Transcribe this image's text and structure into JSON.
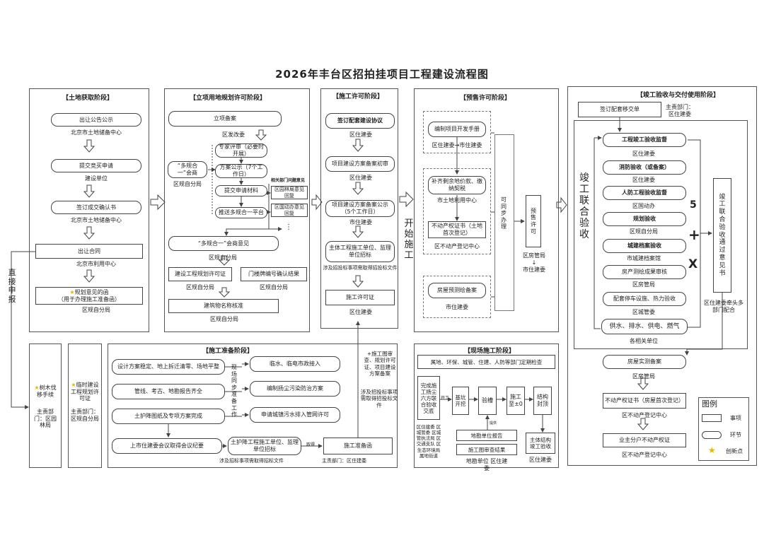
{
  "title": "2026年丰台区招拍挂项目工程建设流程图",
  "p1": {
    "header": "【土地获取阶段】",
    "s1": "出让公告公示",
    "o1": "北京市土地储备中心",
    "s2": "提交竞买申请",
    "o2": "建设单位",
    "s3": "签订成交确认书",
    "o3": "北京市土地储备中心",
    "s4": "出让合同",
    "o4": "北京市利用中心",
    "s5_l1": "规划意见的函",
    "s5_l2": "（用于办理施工准备函）",
    "o5": "区规自分局"
  },
  "direct": "直接申报",
  "tree": {
    "star_label": "树木伐移手续",
    "org": "主责部门：区园林局"
  },
  "temp": {
    "star_label": "临时建设工程规划许可证",
    "org": "主责部门：区规自分局"
  },
  "p2": {
    "header": "【立项用地规划许可阶段】",
    "s1": "立项备案",
    "o1": "区发改委",
    "dg1": "专家评审（必要时开展）",
    "dg2": "方案公示（7个工作日）",
    "dg3": "提交申请材料",
    "dg4": "推送多规合一平台",
    "m1": "“多规合一”会商",
    "m1o": "区规自分局",
    "note": "相关部门问题意见",
    "r1": "区园林局意见回复",
    "r2": "区国动办意见回复",
    "dots": "⋮",
    "s2": "“多规合一”会商意见",
    "o2": "区规自分局",
    "s3": "建设工程规划许可证",
    "o3": "区规自分局",
    "s4": "门楼牌编号确认结果",
    "o4": "区规自分局",
    "s5": "建筑物名称核准",
    "o5": "区规自分局"
  },
  "p3": {
    "header": "【施工许可阶段】",
    "s1": "签订配套建设协议",
    "o1": "区住建委",
    "s2": "项目建设方案备案初审",
    "o2": "区住建委",
    "s3": "项目建设方案备案公示（5个工作日）",
    "o3": "市住建委",
    "s4": "主体工程施工单位、监理单位招标",
    "o4": "涉及招投标事项需取得招投标文件",
    "s5": "施工许可证",
    "o5": "区住建委"
  },
  "start": "开始施工",
  "p4": {
    "header": "【预售许可阶段】",
    "s1": "编制项目开发手册",
    "o1": "区住建委→市住建委",
    "s2": "补齐剩余地价款、缴纳契税",
    "o2": "市土地利用中心",
    "s3": "不动产权证书（土地首次登记）",
    "o3": "区不动产登记中心",
    "s4": "房屋预测绘备案",
    "o4": "市住建委",
    "side": "可同步办理",
    "pre": "预售许可",
    "po1": "区房管局",
    "po2": "市住建委",
    "arrow": "↓"
  },
  "p5": {
    "header": "【竣工验收与交付使用阶段】",
    "top": "签订配套移交单",
    "top_o": "主责部门：区住建委",
    "left": "竣工联合验收",
    "i1": "工程竣工验收监督",
    "o1": "区住建委",
    "i2": "消防验收（或备案）",
    "o2": "区住建委",
    "i3": "人防工程验收监督",
    "o3": "区国动办",
    "i4": "规划验收",
    "o4": "区规自分局",
    "i5": "城建档案验收",
    "o5": "市城建档案馆",
    "i6": "房产测绘成果审核",
    "o6": "区房管局",
    "i7": "配套停车设施、热力验收",
    "o7": "区城管委",
    "i8": "供水、排水、供电、燃气",
    "o8": "各相关单位",
    "mark5": "5",
    "markPlus": "+",
    "markX": "X",
    "right": "竣工联合验收通过意见书",
    "right_o": "区住建委牵头多部门配合",
    "b1": "房屋实测备案",
    "b1o": "区房管局",
    "b2": "不动产权证书（房屋首次登记）",
    "b2o": "区不动产登记中心",
    "b3": "业主分户不动产权证",
    "b3o": "区不动产登记中心"
  },
  "prep": {
    "header": "【施工准备阶段】",
    "l1": "设计方案稳定、地上拆迁清零、场地平整",
    "l2": "管线、考古、地勘报告齐全",
    "l3": "土护降图纸及专项方案完成",
    "mid": "现场同步准备工作",
    "r1": "临水、临电市政接入",
    "r2": "编制扬尘污染防治方案",
    "r3": "申请城镇污水排入管网许可",
    "b1": "上市住建委会议取得会议纪要",
    "b2": "土护降工程施工单位、监理单位招标",
    "b2o": "涉及招标事项需取得招标文件",
    "get": "取得",
    "b3": "施工准备函",
    "b3o": "主责部门：区住建委",
    "side": "+施工图审查、规划许可证、项目建设方案备案",
    "side_o": "涉及招投标事项需取得招投标文件"
  },
  "site": {
    "header": "【现场施工阶段】",
    "top": "属地、环保、城管、住建、人防等部门定期检查",
    "c1": "完成施工扬尘六方联合验收交底",
    "c1o": "区住建委 区城管委 区城管执法局 区交通支队 区生态环境局 属地街道",
    "open": "开工",
    "c2": "基坑开挖",
    "c3": "验槽",
    "c4": "施工至±0",
    "c5": "结构封顶",
    "d1": "地勘单位报告",
    "d2": "施工图审查结果",
    "d3": "地勘单位 区住建委",
    "c6": "主体结构竣工验收",
    "c6o": "区住建委",
    "small": "提供"
  },
  "legend": {
    "title": "图例",
    "i1": "事项",
    "i2": "环节",
    "i3": "创新点"
  }
}
